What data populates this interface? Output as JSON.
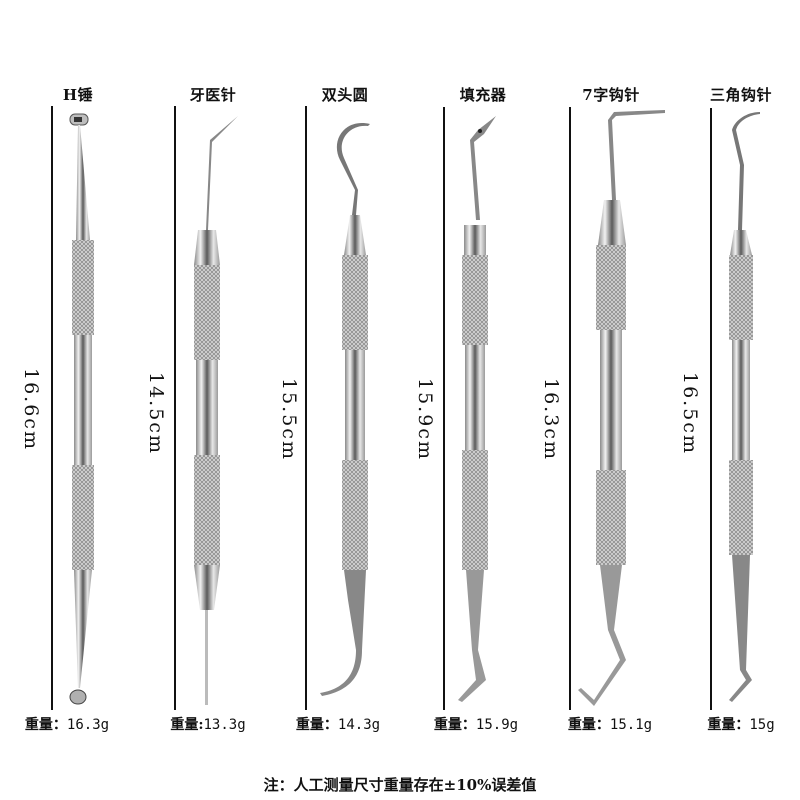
{
  "tools": [
    {
      "name": "H锤",
      "length": "16.6cm",
      "weight_label": "重量：",
      "weight": "16.3g"
    },
    {
      "name": "牙医针",
      "length": "14.5cm",
      "weight_label": "重量:",
      "weight": "13.3g"
    },
    {
      "name": "双头圆",
      "length": "15.5cm",
      "weight_label": "重量：",
      "weight": "14.3g"
    },
    {
      "name": "填充器",
      "length": "15.9cm",
      "weight_label": "重量：",
      "weight": "15.9g"
    },
    {
      "name": "7字钩针",
      "length": "16.3cm",
      "weight_label": "重量：",
      "weight": "15.1g"
    },
    {
      "name": "三角钩针",
      "length": "16.5cm",
      "weight_label": "重量：",
      "weight": "15g"
    }
  ],
  "note": "注：人工测量尺寸重量存在±10%误差值",
  "colors": {
    "background": "#ffffff",
    "text": "#111111",
    "steel_light": "#e6e6e6",
    "steel_mid": "#a9a9a9",
    "steel_dark": "#555555"
  }
}
